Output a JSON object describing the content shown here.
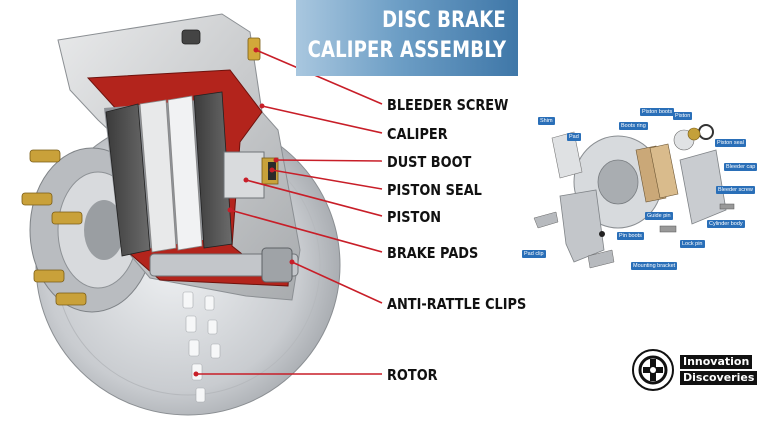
{
  "title": {
    "line1": "DISC BRAKE",
    "line2": "CALIPER ASSEMBLY"
  },
  "callouts": [
    "BLEEDER SCREW",
    "CALIPER",
    "DUST BOOT",
    "PISTON SEAL",
    "PISTON",
    "BRAKE PADS",
    "ANTI-RATTLE CLIPS",
    "ROTOR"
  ],
  "exploded_tags": [
    "Shim",
    "Pad",
    "Boots ring",
    "Piston boots",
    "Piston",
    "Piston seal",
    "Bleeder cap",
    "Bleeder screw",
    "Cylinder body",
    "Guide pin",
    "Pin boots",
    "Lock pin",
    "Pad clip",
    "Mounting bracket"
  ],
  "logo": {
    "line1": "Innovation",
    "line2": "Discoveries"
  },
  "colors": {
    "banner": "#4a82b2",
    "leader": "#c81e28",
    "caliper_cut": "#b3241c",
    "tag": "#2a6fb8"
  }
}
